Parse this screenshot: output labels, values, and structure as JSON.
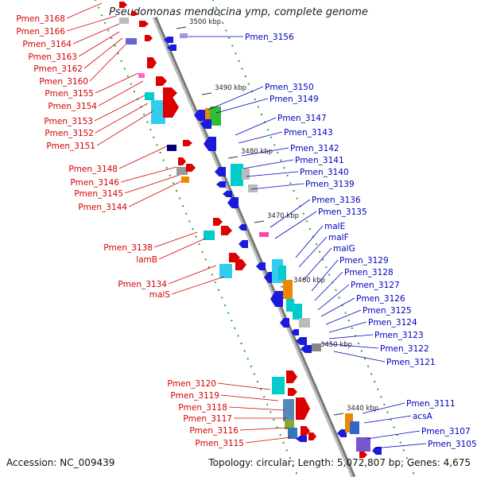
{
  "title": "Pseudomonas mendocina ymp, complete genome",
  "accession": "Accession: NC_009439",
  "stats": "Topology: circular; Length: 5,072,807 bp; Genes: 4,675",
  "colors": {
    "left_label": "#d40000",
    "right_label": "#0000c0",
    "axis": "#999999",
    "dots": "#22aa22"
  },
  "ticks": [
    "3500 kbp",
    "3490 kbp",
    "3480 kbp",
    "3470 kbp",
    "3460 kbp",
    "3450 kbp",
    "3440 kbp"
  ],
  "left_labels": [
    "Pmen_3168",
    "Pmen_3166",
    "Pmen_3164",
    "Pmen_3163",
    "Pmen_3162",
    "Pmen_3160",
    "Pmen_3155",
    "Pmen_3154",
    "Pmen_3153",
    "Pmen_3152",
    "Pmen_3151",
    "Pmen_3148",
    "Pmen_3146",
    "Pmen_3145",
    "Pmen_3144",
    "Pmen_3138",
    "lamB",
    "Pmen_3134",
    "malS",
    "Pmen_3120",
    "Pmen_3119",
    "Pmen_3118",
    "Pmen_3117",
    "Pmen_3116",
    "Pmen_3115"
  ],
  "right_labels": [
    "Pmen_3156",
    "Pmen_3150",
    "Pmen_3149",
    "Pmen_3147",
    "Pmen_3143",
    "Pmen_3142",
    "Pmen_3141",
    "Pmen_3140",
    "Pmen_3139",
    "Pmen_3136",
    "Pmen_3135",
    "malE",
    "malF",
    "malG",
    "Pmen_3129",
    "Pmen_3128",
    "Pmen_3127",
    "Pmen_3126",
    "Pmen_3125",
    "Pmen_3124",
    "Pmen_3123",
    "Pmen_3122",
    "Pmen_3121",
    "Pmen_3111",
    "acsA",
    "Pmen_3107",
    "Pmen_3105"
  ]
}
